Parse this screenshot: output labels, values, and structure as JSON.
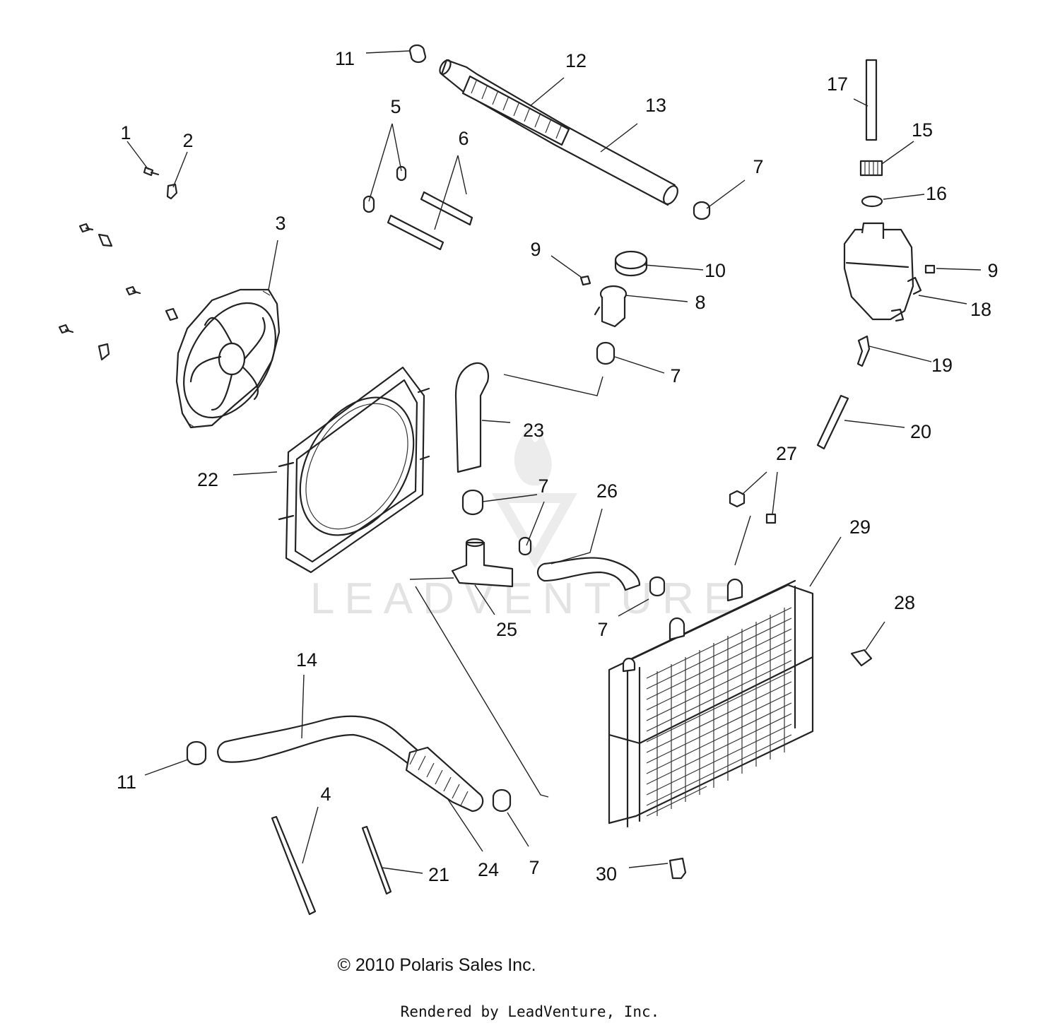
{
  "diagram": {
    "watermark": "LEADVENTURE",
    "callouts": [
      {
        "id": "c1",
        "label": "1"
      },
      {
        "id": "c2",
        "label": "2"
      },
      {
        "id": "c3",
        "label": "3"
      },
      {
        "id": "c4",
        "label": "4"
      },
      {
        "id": "c5",
        "label": "5"
      },
      {
        "id": "c6",
        "label": "6"
      },
      {
        "id": "c7a",
        "label": "7"
      },
      {
        "id": "c7b",
        "label": "7"
      },
      {
        "id": "c7c",
        "label": "7"
      },
      {
        "id": "c7d",
        "label": "7"
      },
      {
        "id": "c7e",
        "label": "7"
      },
      {
        "id": "c8",
        "label": "8"
      },
      {
        "id": "c9a",
        "label": "9"
      },
      {
        "id": "c9b",
        "label": "9"
      },
      {
        "id": "c10",
        "label": "10"
      },
      {
        "id": "c11a",
        "label": "11"
      },
      {
        "id": "c11b",
        "label": "11"
      },
      {
        "id": "c12",
        "label": "12"
      },
      {
        "id": "c13",
        "label": "13"
      },
      {
        "id": "c14",
        "label": "14"
      },
      {
        "id": "c15",
        "label": "15"
      },
      {
        "id": "c16",
        "label": "16"
      },
      {
        "id": "c17",
        "label": "17"
      },
      {
        "id": "c18",
        "label": "18"
      },
      {
        "id": "c19",
        "label": "19"
      },
      {
        "id": "c20",
        "label": "20"
      },
      {
        "id": "c21",
        "label": "21"
      },
      {
        "id": "c22",
        "label": "22"
      },
      {
        "id": "c23",
        "label": "23"
      },
      {
        "id": "c24",
        "label": "24"
      },
      {
        "id": "c25",
        "label": "25"
      },
      {
        "id": "c26",
        "label": "26"
      },
      {
        "id": "c27",
        "label": "27"
      },
      {
        "id": "c28",
        "label": "28"
      },
      {
        "id": "c29",
        "label": "29"
      },
      {
        "id": "c30",
        "label": "30"
      }
    ]
  },
  "footer": {
    "copyright": "© 2010 Polaris Sales Inc.",
    "rendered_by": "Rendered by LeadVenture, Inc."
  }
}
